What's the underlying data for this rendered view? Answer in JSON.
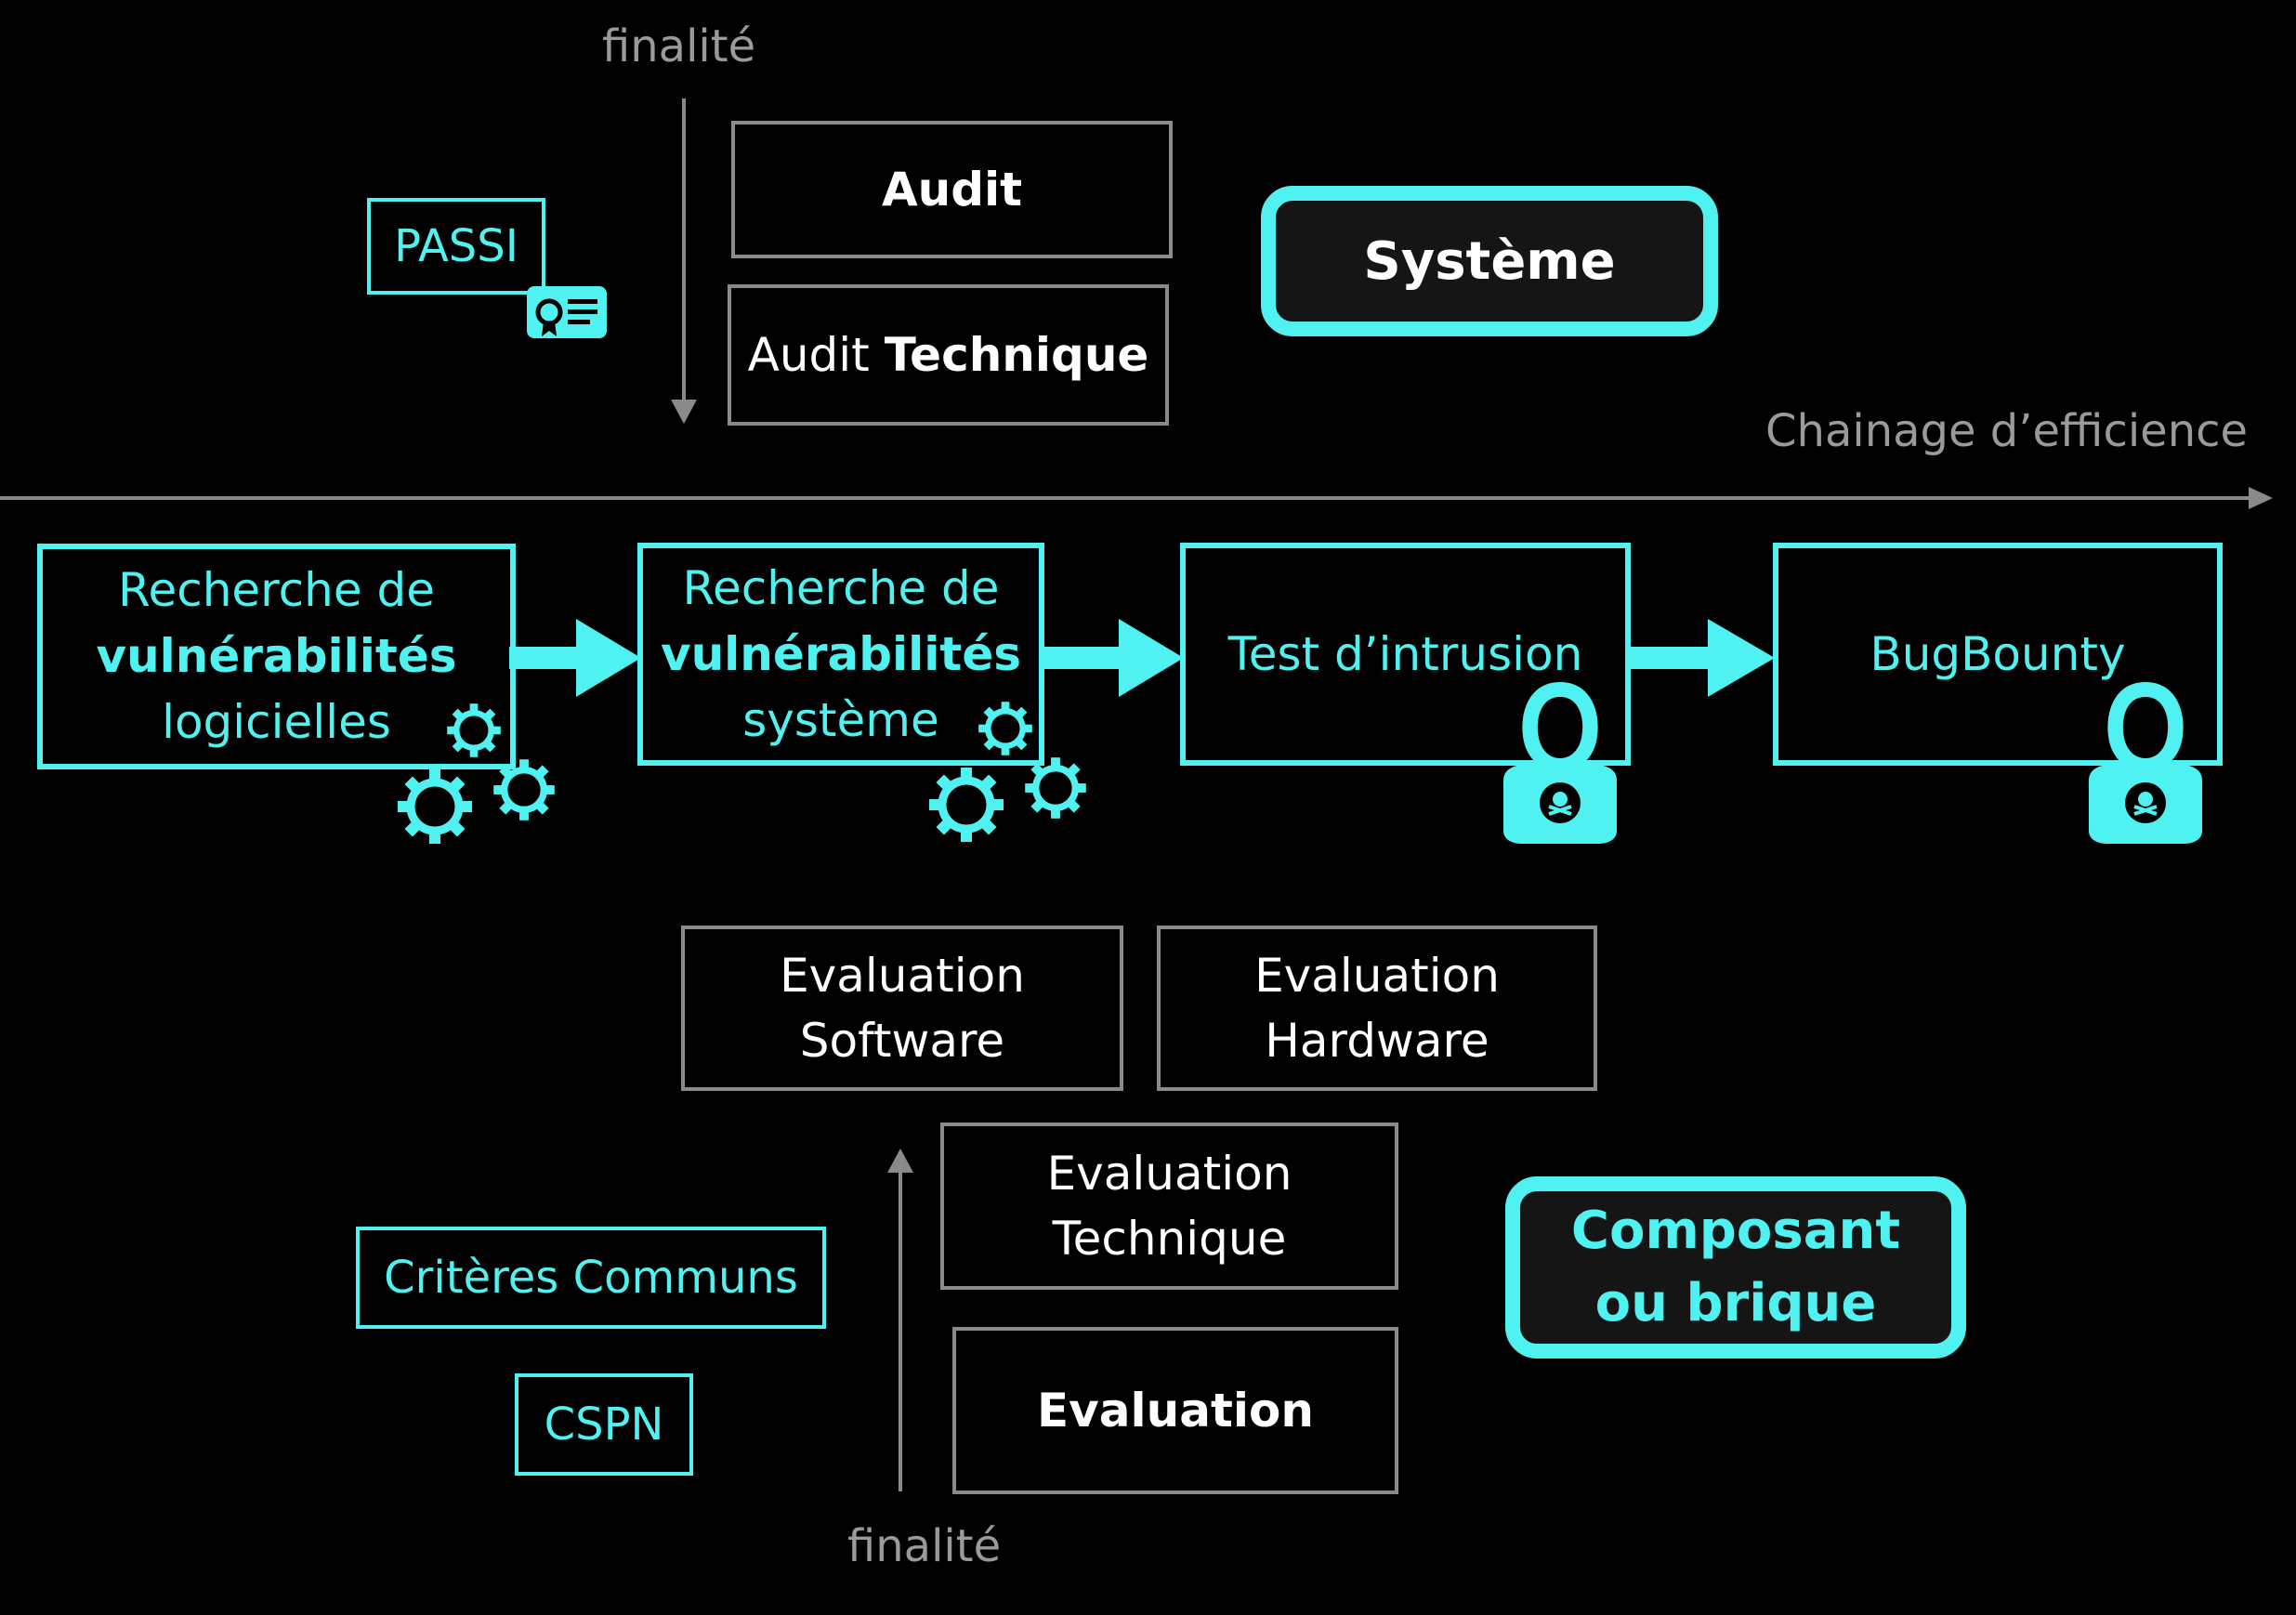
{
  "labels": {
    "finalite_top": "finalité",
    "finalite_bottom": "finalité",
    "chainage": "Chainage d’efficience"
  },
  "certifications": {
    "passi": "PASSI",
    "criteres_communs": "Critères Communs",
    "cspn": "CSPN"
  },
  "top": {
    "audit": "Audit",
    "audit_technique_a": "Audit",
    "audit_technique_b": "Technique",
    "systeme": "Système"
  },
  "chain": [
    {
      "line1": "Recherche de",
      "line2": "vulnérabilités",
      "line3": "logicielles"
    },
    {
      "line1": "Recherche de",
      "line2": "vulnérabilités",
      "line3": "système"
    },
    {
      "line1": "Test d’intrusion"
    },
    {
      "line1": "BugBounty"
    }
  ],
  "bottom": {
    "eval_software_1": "Evaluation",
    "eval_software_2": "Software",
    "eval_hardware_1": "Evaluation",
    "eval_hardware_2": "Hardware",
    "eval_technique_1": "Evaluation",
    "eval_technique_2": "Technique",
    "evaluation": "Evaluation",
    "composant_1": "Composant",
    "composant_2": "ou brique"
  },
  "colors": {
    "accent": "#4ff2f0",
    "grey": "#8a8a8a",
    "background": "#000000"
  },
  "icons": [
    "certificate-icon",
    "gears-icon",
    "hacker-icon"
  ]
}
